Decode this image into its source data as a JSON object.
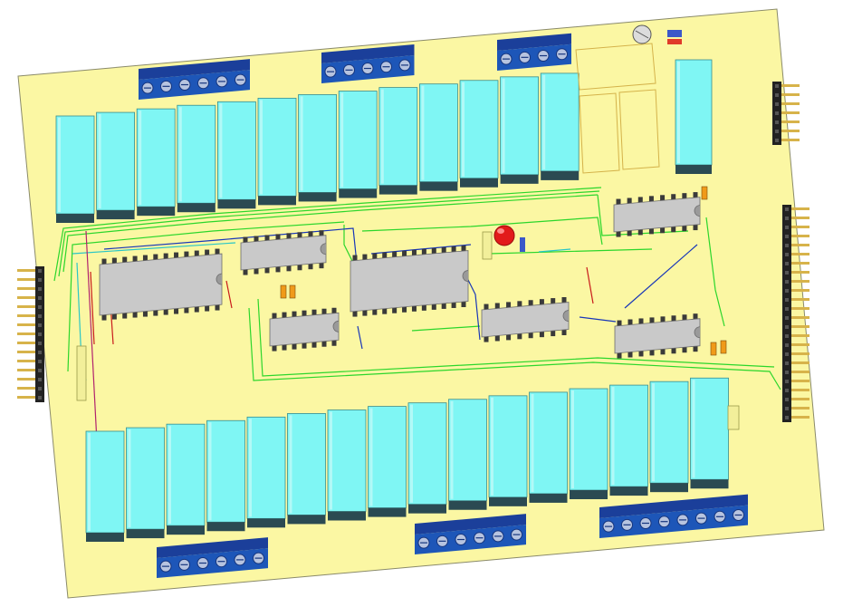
{
  "board": {
    "title": "",
    "pcb_color": "#fbf7a3",
    "relay_color": "#7ff6f4",
    "relay_base_color": "#2b4a52",
    "terminal_color": "#1d56b8",
    "ic_color": "#c9c9c9",
    "header_color": "#222222",
    "pin_color": "#d7b34a",
    "led_color": "#e21a1a",
    "trace_colors": [
      "#2bd62b",
      "#1836b8",
      "#2ac6c6",
      "#b0226e",
      "#c81b1b"
    ]
  },
  "components": {
    "relays_top_count": 13,
    "relays_bottom_count": 16,
    "ic_large_count": 2,
    "ic_small_count": 5,
    "terminal_blocks_top": 3,
    "terminal_blocks_bottom": 3,
    "pin_headers": 3,
    "leds": 1
  }
}
